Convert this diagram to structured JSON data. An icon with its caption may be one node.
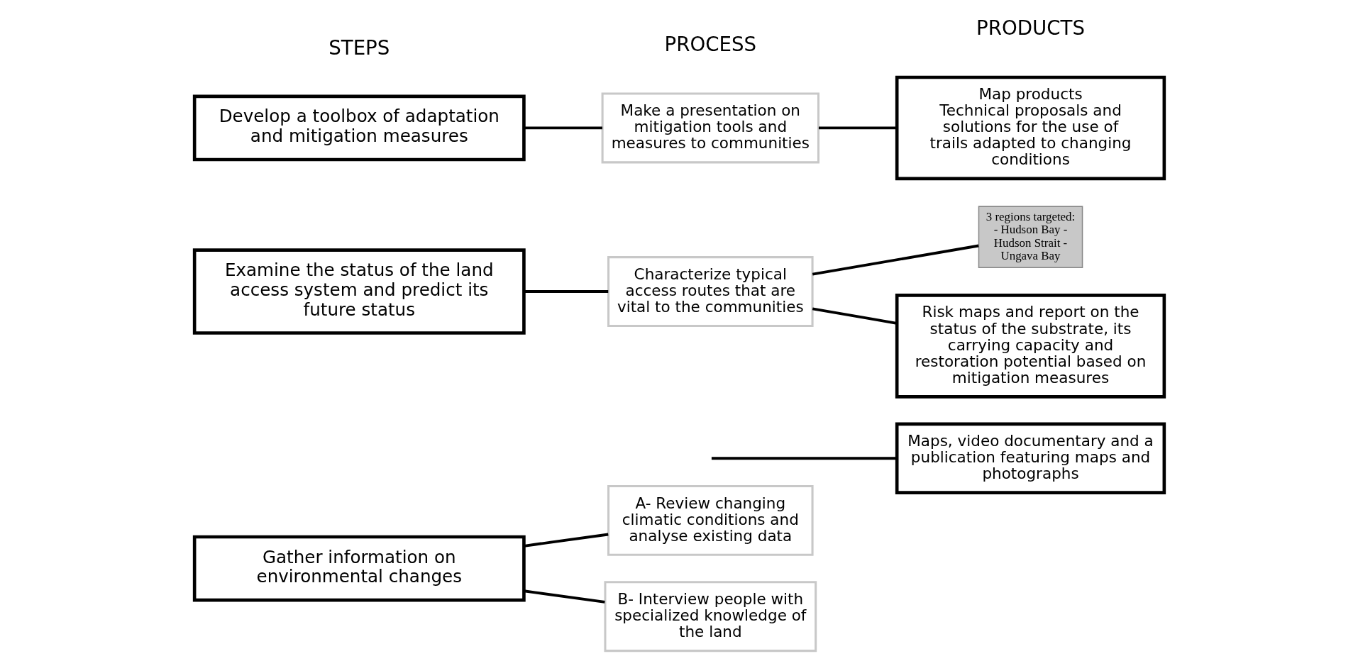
{
  "diagram": {
    "nodes": [
      {
        "text": [
          "Gather information on environmental changes"
        ]
      },
      {
        "text": [
          "A- Review changing climatic conditions and analyse existing data"
        ]
      },
      {
        "text": [
          "B- Interview people with specialized knowledge of the land"
        ]
      },
      {
        "text": [
          "Maps, video documentary and a publication featuring maps and photographs"
        ]
      },
      {
        "text": [
          "Examine the status of the land access system and predict its future status"
        ]
      },
      {
        "text": [
          "Characterize typical access routes that are vital to the communities"
        ]
      },
      {
        "text": [
          "3 regions targeted: - Hudson Bay - Hudson Strait - Ungava Bay"
        ]
      },
      {
        "text": [
          "Risk maps and report on the status of the substrate, its carrying capacity and restoration potential based on mitigation measures"
        ]
      },
      {
        "text": [
          "Develop a toolbox of adaptation and mitigation measures"
        ]
      },
      {
        "text": [
          "Make a presentation on mitigation tools and measures to communities"
        ]
      },
      {
        "text": [
          "Map products",
          "Technical proposals and solutions for the use of trails adapted to changing conditions"
        ]
      }
    ],
    "edges": [
      {
        "from": 0,
        "to": 1,
        "arrow": "none"
      },
      {
        "from": 0,
        "to": 2,
        "arrow": "none"
      },
      {
        "from": null,
        "to": 3,
        "arrow": "none"
      },
      {
        "from": 4,
        "to": 5,
        "arrow": "none"
      },
      {
        "from": 5,
        "to": 7,
        "arrow": "none"
      },
      {
        "from": 5,
        "to": 6,
        "arrow": "none"
      },
      {
        "from": 8,
        "to": 9,
        "arrow": "none"
      },
      {
        "from": 9,
        "to": 10,
        "arrow": "none"
      }
    ],
    "labels": [
      "STEPS",
      "PROCESS",
      "PRODUCTS"
    ]
  }
}
